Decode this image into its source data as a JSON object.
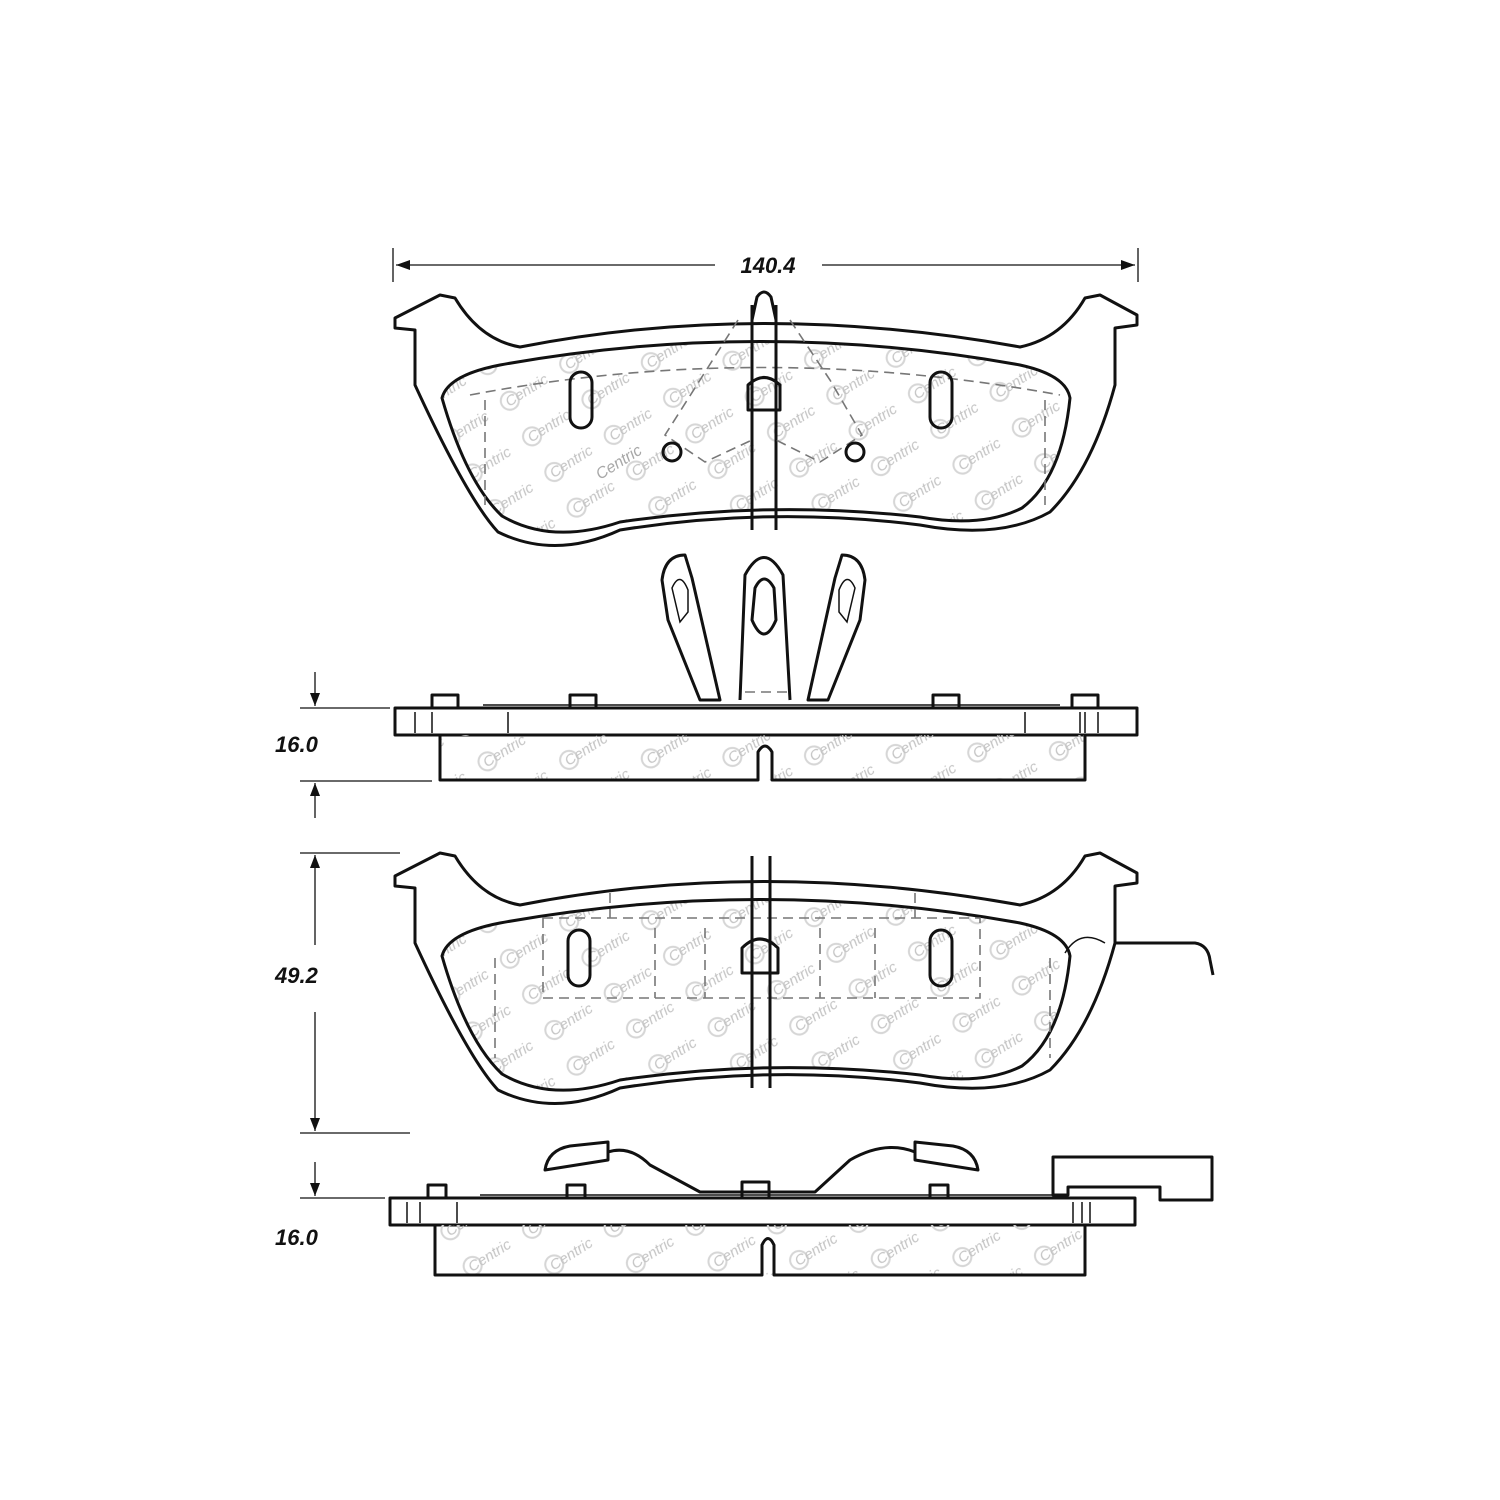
{
  "drawing": {
    "watermark": "Centric",
    "dimensions": {
      "width": "140.4",
      "thickness_top": "16.0",
      "height": "49.2",
      "thickness_bottom": "16.0"
    }
  }
}
